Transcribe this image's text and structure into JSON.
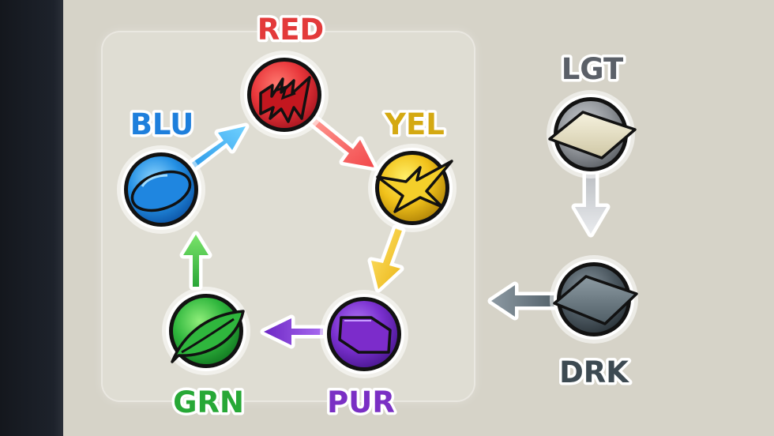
{
  "wheel": {
    "red": {
      "label": "RED",
      "color": "#e03a3f",
      "icon": "lightning-icon"
    },
    "yellow": {
      "label": "YEL",
      "color": "#d9b31c",
      "icon": "star-burst-icon"
    },
    "purple": {
      "label": "PUR",
      "color": "#7a2fc4",
      "icon": "crystal-icon"
    },
    "green": {
      "label": "GRN",
      "color": "#29b23a",
      "icon": "leaf-icon"
    },
    "blue": {
      "label": "BLU",
      "color": "#1e7fdc",
      "icon": "water-drop-icon"
    }
  },
  "side": {
    "light": {
      "label": "LGT",
      "color": "#5b6068",
      "icon": "light-diamond-icon"
    },
    "dark": {
      "label": "DRK",
      "color": "#3d4a52",
      "icon": "dark-diamond-icon"
    }
  }
}
